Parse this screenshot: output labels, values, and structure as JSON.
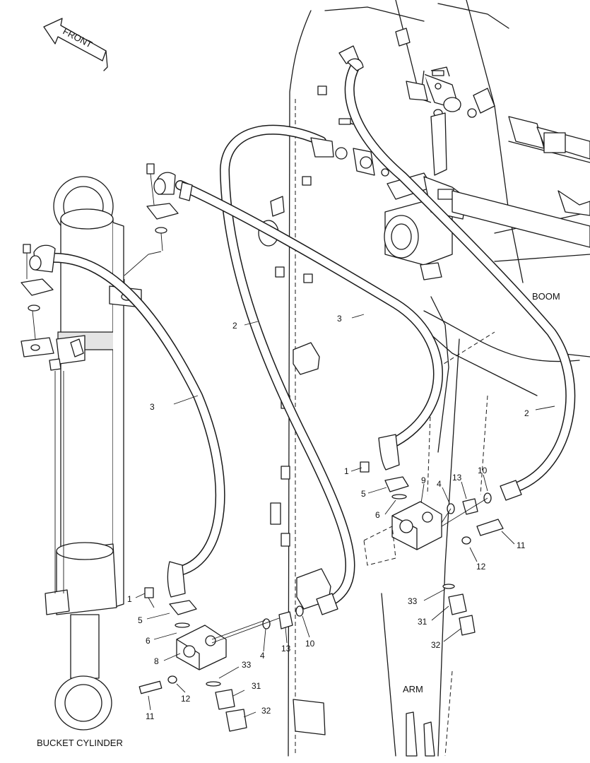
{
  "labels": {
    "front": "FRONT",
    "boom": "BOOM",
    "arm": "ARM",
    "bucket_cylinder": "BUCKET CYLINDER"
  },
  "callouts": {
    "c1": "1",
    "c2": "2",
    "c3": "3",
    "c4": "4",
    "c5": "5",
    "c6": "6",
    "c8": "8",
    "c9": "9",
    "c10": "10",
    "c11": "11",
    "c12": "12",
    "c13": "13",
    "c31": "31",
    "c32": "32",
    "c33": "33"
  }
}
